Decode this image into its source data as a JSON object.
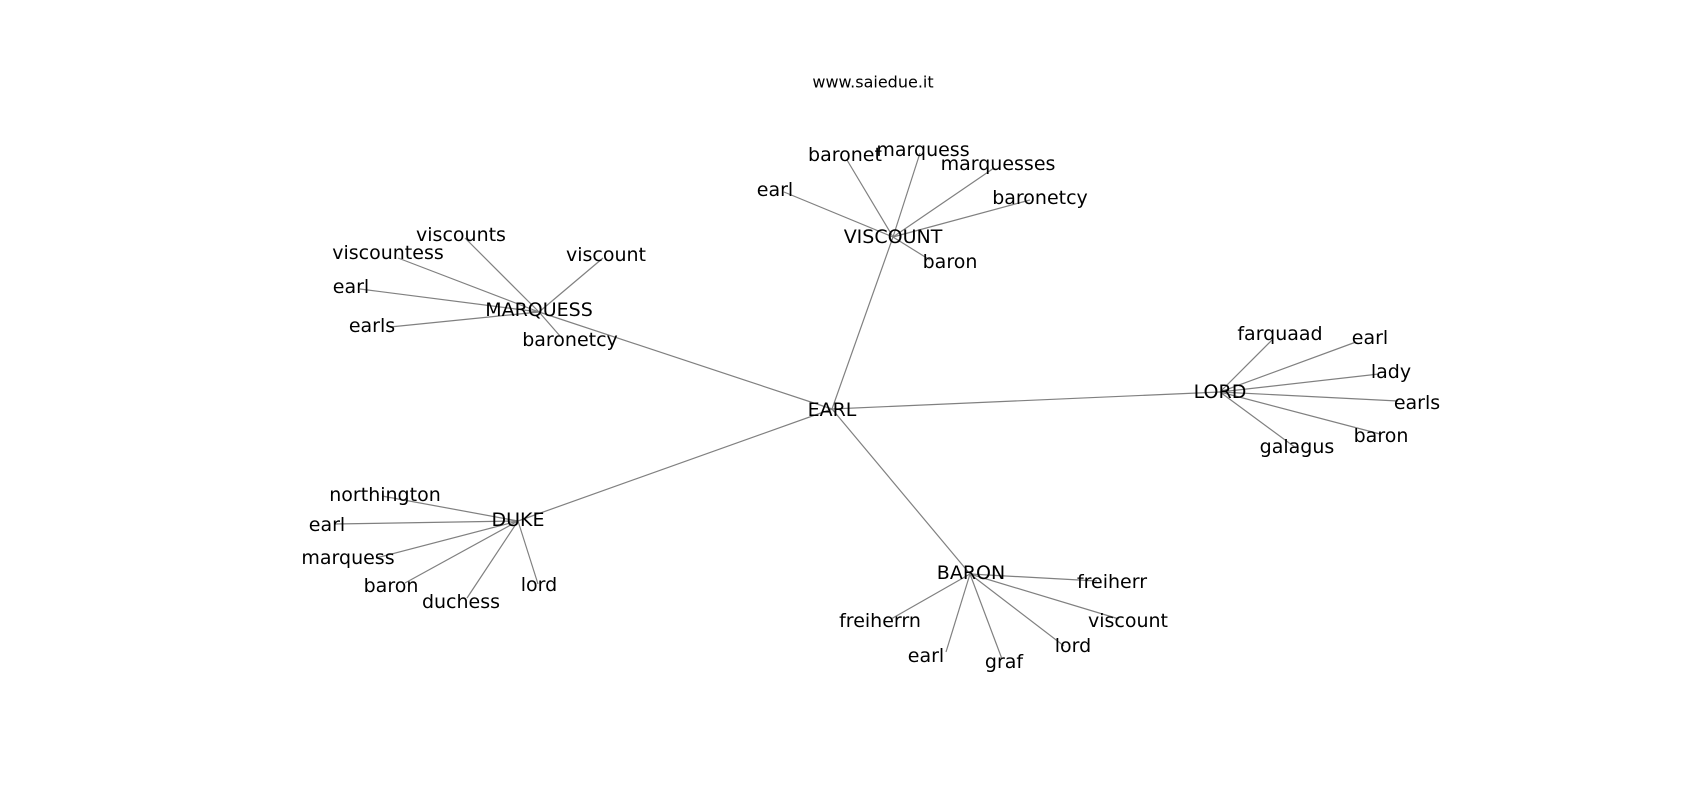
{
  "site": "www.saiedue.it",
  "root": "EARL",
  "clusters": [
    {
      "id": "viscount",
      "label": "VISCOUNT",
      "leaves": [
        "earl",
        "baronet",
        "marquess",
        "marquesses",
        "baronetcy",
        "baron"
      ]
    },
    {
      "id": "marquess",
      "label": "MARQUESS",
      "leaves": [
        "viscounts",
        "viscountess",
        "viscount",
        "earl",
        "earls",
        "baronetcy"
      ]
    },
    {
      "id": "lord",
      "label": "LORD",
      "leaves": [
        "farquaad",
        "earl",
        "lady",
        "earls",
        "baron",
        "galagus"
      ]
    },
    {
      "id": "duke",
      "label": "DUKE",
      "leaves": [
        "northington",
        "earl",
        "marquess",
        "baron",
        "duchess",
        "lord"
      ]
    },
    {
      "id": "baron",
      "label": "BARON",
      "leaves": [
        "freiherr",
        "freiherrn",
        "viscount",
        "earl",
        "graf",
        "lord"
      ]
    }
  ]
}
